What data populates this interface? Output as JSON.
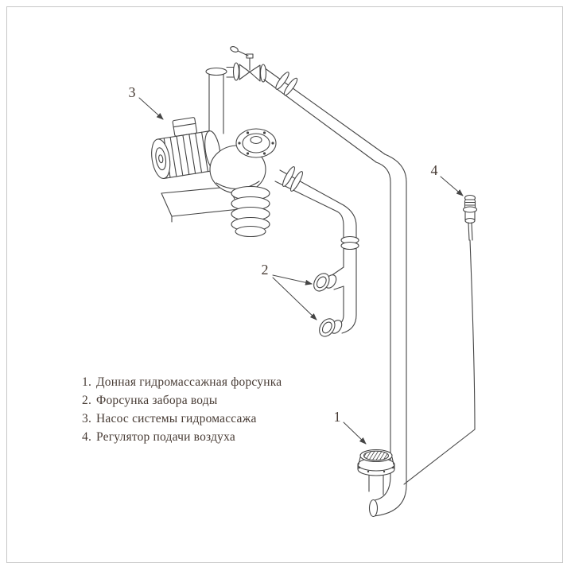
{
  "colors": {
    "line": "#454545",
    "text": "#473b34",
    "border": "#c6c6c6",
    "background": "#ffffff"
  },
  "callouts": {
    "drain": "1",
    "intake": "2",
    "pump": "3",
    "regulator": "4"
  },
  "legend": {
    "items": [
      {
        "number": "1.",
        "label": "Донная гидромассажная форсунка"
      },
      {
        "number": "2.",
        "label": "Форсунка забора воды"
      },
      {
        "number": "3.",
        "label": "Насос системы гидромассажа"
      },
      {
        "number": "4.",
        "label": "Регулятор подачи воздуха"
      }
    ]
  }
}
